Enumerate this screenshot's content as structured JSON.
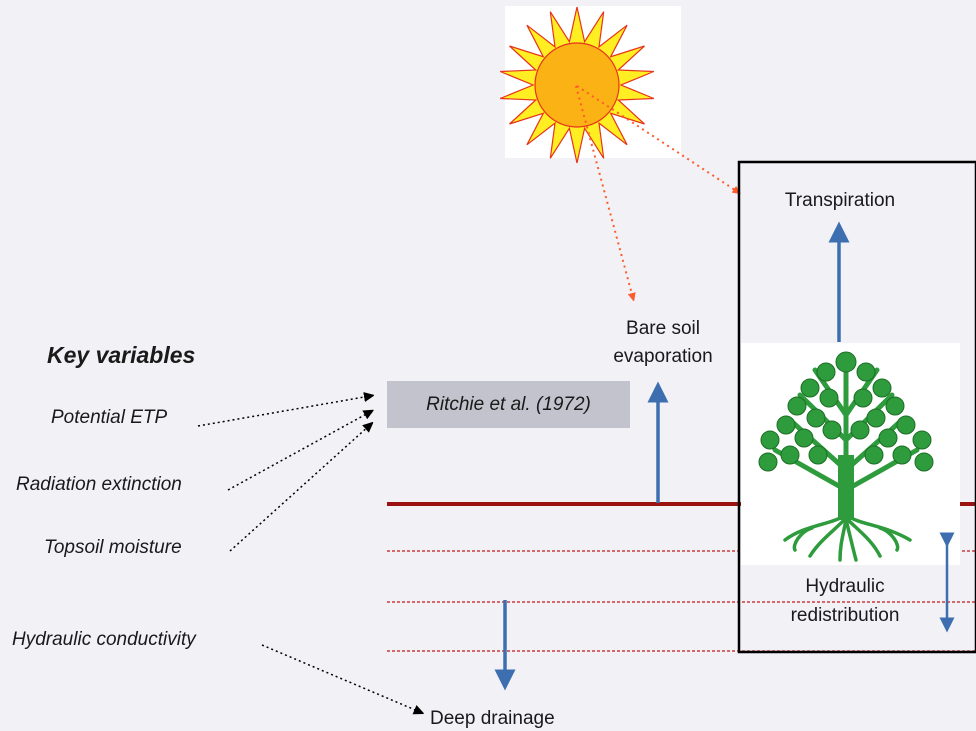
{
  "heading": "Key variables",
  "variables": [
    "Potential ETP",
    "Radiation extinction",
    "Topsoil moisture",
    "Hydraulic conductivity"
  ],
  "citation": "Ritchie et al. (1972)",
  "processes": {
    "transpiration": "Transpiration",
    "bare_soil_line1": "Bare soil",
    "bare_soil_line2": "evaporation",
    "hydraulic_line1": "Hydraulic",
    "hydraulic_line2": "redistribution",
    "deep_drainage": "Deep drainage"
  },
  "colors": {
    "soil_surface": "#9b1111",
    "flux_arrow": "#3d6fb0",
    "sun_ray": "#ff5a2a",
    "tree_green": "#2e9b3c",
    "citation_bg": "#c2c3cd"
  }
}
